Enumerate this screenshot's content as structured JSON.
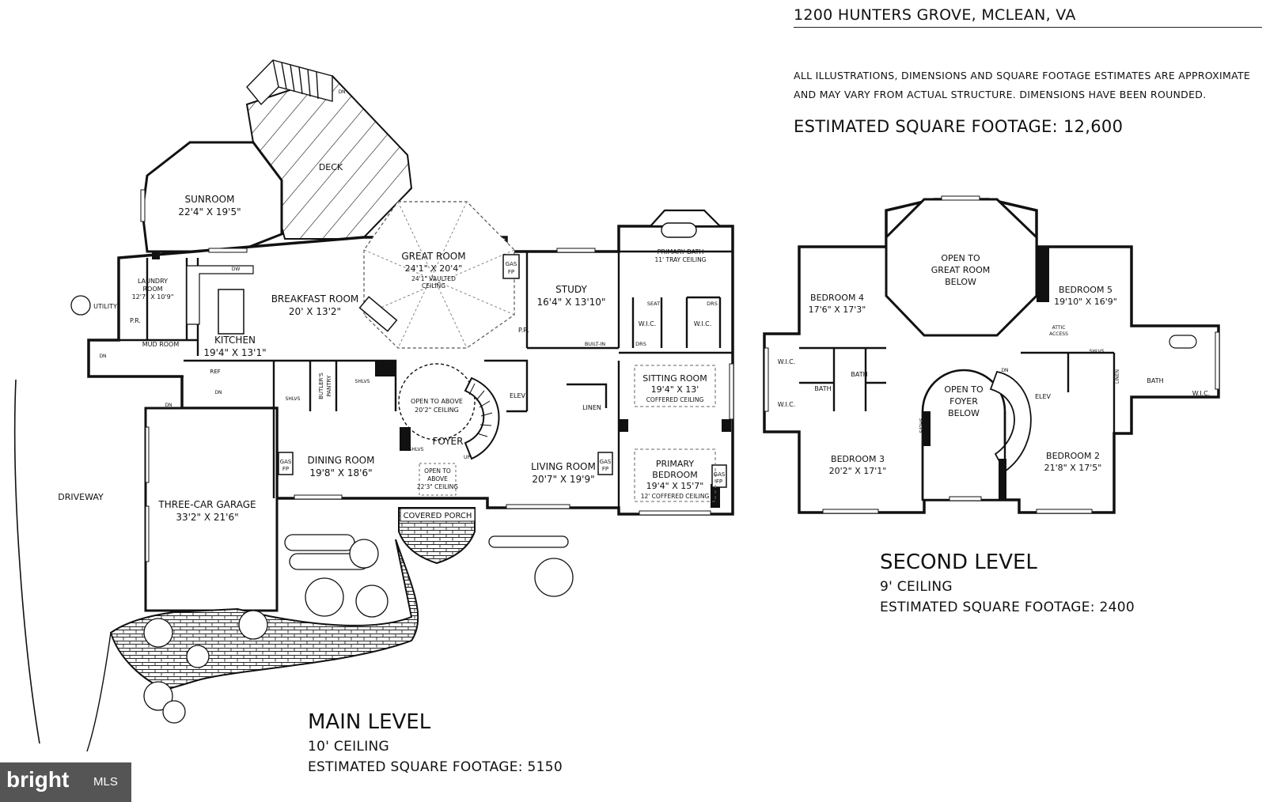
{
  "header": {
    "address": "1200 HUNTERS GROVE, MCLEAN, VA",
    "disclaimer_line1": "ALL ILLUSTRATIONS, DIMENSIONS AND SQUARE FOOTAGE ESTIMATES ARE APPROXIMATE",
    "disclaimer_line2": "AND MAY VARY FROM ACTUAL STRUCTURE. DIMENSIONS HAVE BEEN ROUNDED.",
    "total_sqft": "ESTIMATED SQUARE FOOTAGE: 12,600"
  },
  "main_level": {
    "title": "MAIN LEVEL",
    "ceiling": "10' CEILING",
    "sqft": "ESTIMATED SQUARE FOOTAGE: 5150",
    "rooms": {
      "deck": "DECK",
      "sunroom": "SUNROOM",
      "sunroom_dim": "22'4\" X 19'5\"",
      "great_room": "GREAT ROOM",
      "great_room_dim": "24'1\" X 20'4\"",
      "great_room_note1": "24'1\" VAULTED",
      "great_room_note2": "CEILING",
      "laundry": "LAUNDRY",
      "laundry2": "ROOM",
      "laundry_dim": "12'7\" X 10'9\"",
      "utility": "UTILITY",
      "pr": "P.R.",
      "mud_room": "MUD ROOM",
      "breakfast": "BREAKFAST ROOM",
      "breakfast_dim": "20' X 13'2\"",
      "kitchen": "KITCHEN",
      "kitchen_dim": "19'4\" X 13'1\"",
      "study": "STUDY",
      "study_dim": "16'4\" X 13'10\"",
      "primary_bath": "PRIMARY BATH",
      "primary_bath_note": "11' TRAY CEILING",
      "wic": "W.I.C.",
      "built_in": "BUILT-IN",
      "drs": "DRS",
      "seat": "SEAT",
      "gas_fp": "GAS",
      "fp": "FP",
      "elev": "ELEV",
      "linen": "LINEN",
      "sitting": "SITTING ROOM",
      "sitting_dim": "19'4\" X 13'",
      "sitting_note": "COFFERED CEILING",
      "primary_bed": "PRIMARY",
      "primary_bed2": "BEDROOM",
      "primary_bed_dim": "19'4\" X 15'7\"",
      "primary_bed_note": "12' COFFERED CEILING",
      "living": "LIVING ROOM",
      "living_dim": "20'7\" X 19'9\"",
      "foyer": "FOYER",
      "open_above": "OPEN TO ABOVE",
      "open_above_ceiling": "20'2\" CEILING",
      "dining": "DINING ROOM",
      "dining_dim": "19'8\" X 18'6\"",
      "butlers": "BUTLER'S",
      "pantry": "PANTRY",
      "shlvs": "SHLVS",
      "ref": "REF",
      "dn": "DN",
      "up": "UP",
      "dw": "DW",
      "garage": "THREE-CAR GARAGE",
      "garage_dim": "33'2\" X 21'6\"",
      "driveway": "DRIVEWAY",
      "porch_open1": "OPEN TO",
      "porch_open2": "ABOVE",
      "porch_open3": "22'3\" CEILING",
      "covered_porch": "COVERED PORCH"
    }
  },
  "second_level": {
    "title": "SECOND LEVEL",
    "ceiling": "9' CEILING",
    "sqft": "ESTIMATED SQUARE FOOTAGE: 2400",
    "rooms": {
      "open_great1": "OPEN TO",
      "open_great2": "GREAT ROOM",
      "open_great3": "BELOW",
      "bed4": "BEDROOM 4",
      "bed4_dim": "17'6\" X 17'3\"",
      "bed5": "BEDROOM 5",
      "bed5_dim": "19'10\" X 16'9\"",
      "attic": "ATTIC",
      "access": "ACCESS",
      "bath": "BATH",
      "wic": "W.I.C.",
      "open_foyer1": "OPEN TO",
      "open_foyer2": "FOYER",
      "open_foyer3": "BELOW",
      "elev": "ELEV",
      "linen": "LINEN",
      "shlvs": "SHLVS",
      "seat": "SEAT",
      "dn": "DN",
      "bed3": "BEDROOM 3",
      "bed3_dim": "20'2\" X 17'1\"",
      "bed2": "BEDROOM 2",
      "bed2_dim": "21'8\" X 17'5\""
    }
  },
  "watermark": {
    "brand": "bright",
    "suffix": "MLS"
  }
}
